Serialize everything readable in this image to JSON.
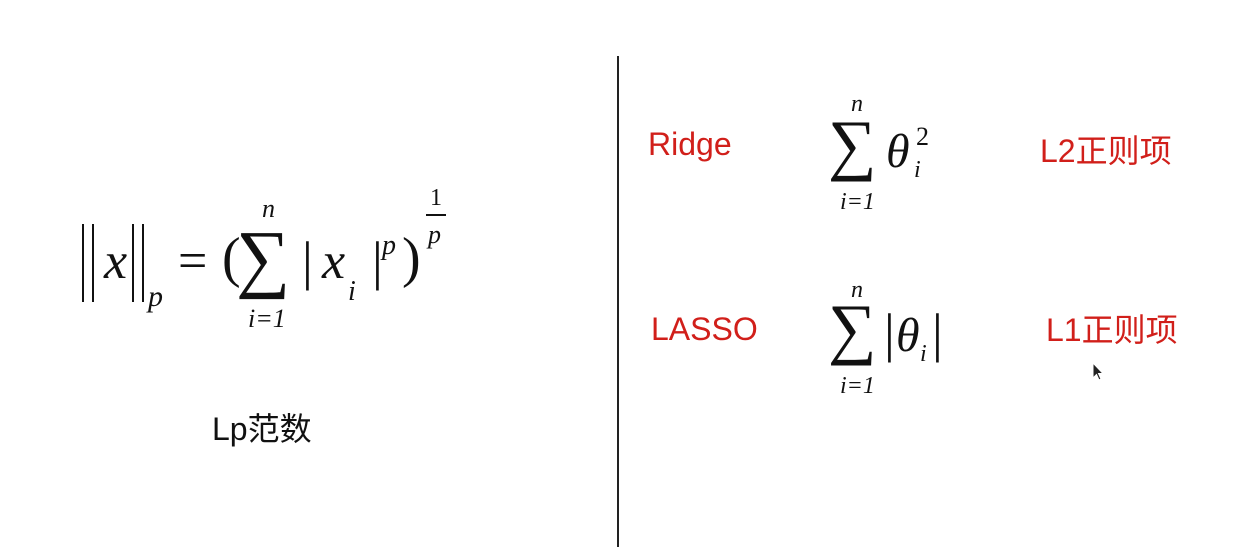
{
  "left": {
    "formula": {
      "lhs_var": "x",
      "lhs_sub": "p",
      "equals": "=",
      "open_paren": "(",
      "close_paren": ")",
      "sum_symbol": "∑",
      "sum_upper": "n",
      "sum_lower": "i=1",
      "bar": "|",
      "term_var": "x",
      "term_sub": "i",
      "term_exp": "p",
      "outer_exp_num": "1",
      "outer_exp_den": "p"
    },
    "caption": "Lp范数"
  },
  "right": {
    "rows": [
      {
        "name": "Ridge",
        "sum_symbol": "∑",
        "sum_upper": "n",
        "sum_lower": "i=1",
        "theta": "θ",
        "theta_sub": "i",
        "theta_sup": "2",
        "term_label": "L2正则项"
      },
      {
        "name": "LASSO",
        "sum_symbol": "∑",
        "sum_upper": "n",
        "sum_lower": "i=1",
        "theta": "θ",
        "theta_sub": "i",
        "bar": "|",
        "term_label": "L1正则项"
      }
    ]
  },
  "colors": {
    "accent_red": "#d11f1a",
    "text": "#111111",
    "background": "#ffffff"
  }
}
